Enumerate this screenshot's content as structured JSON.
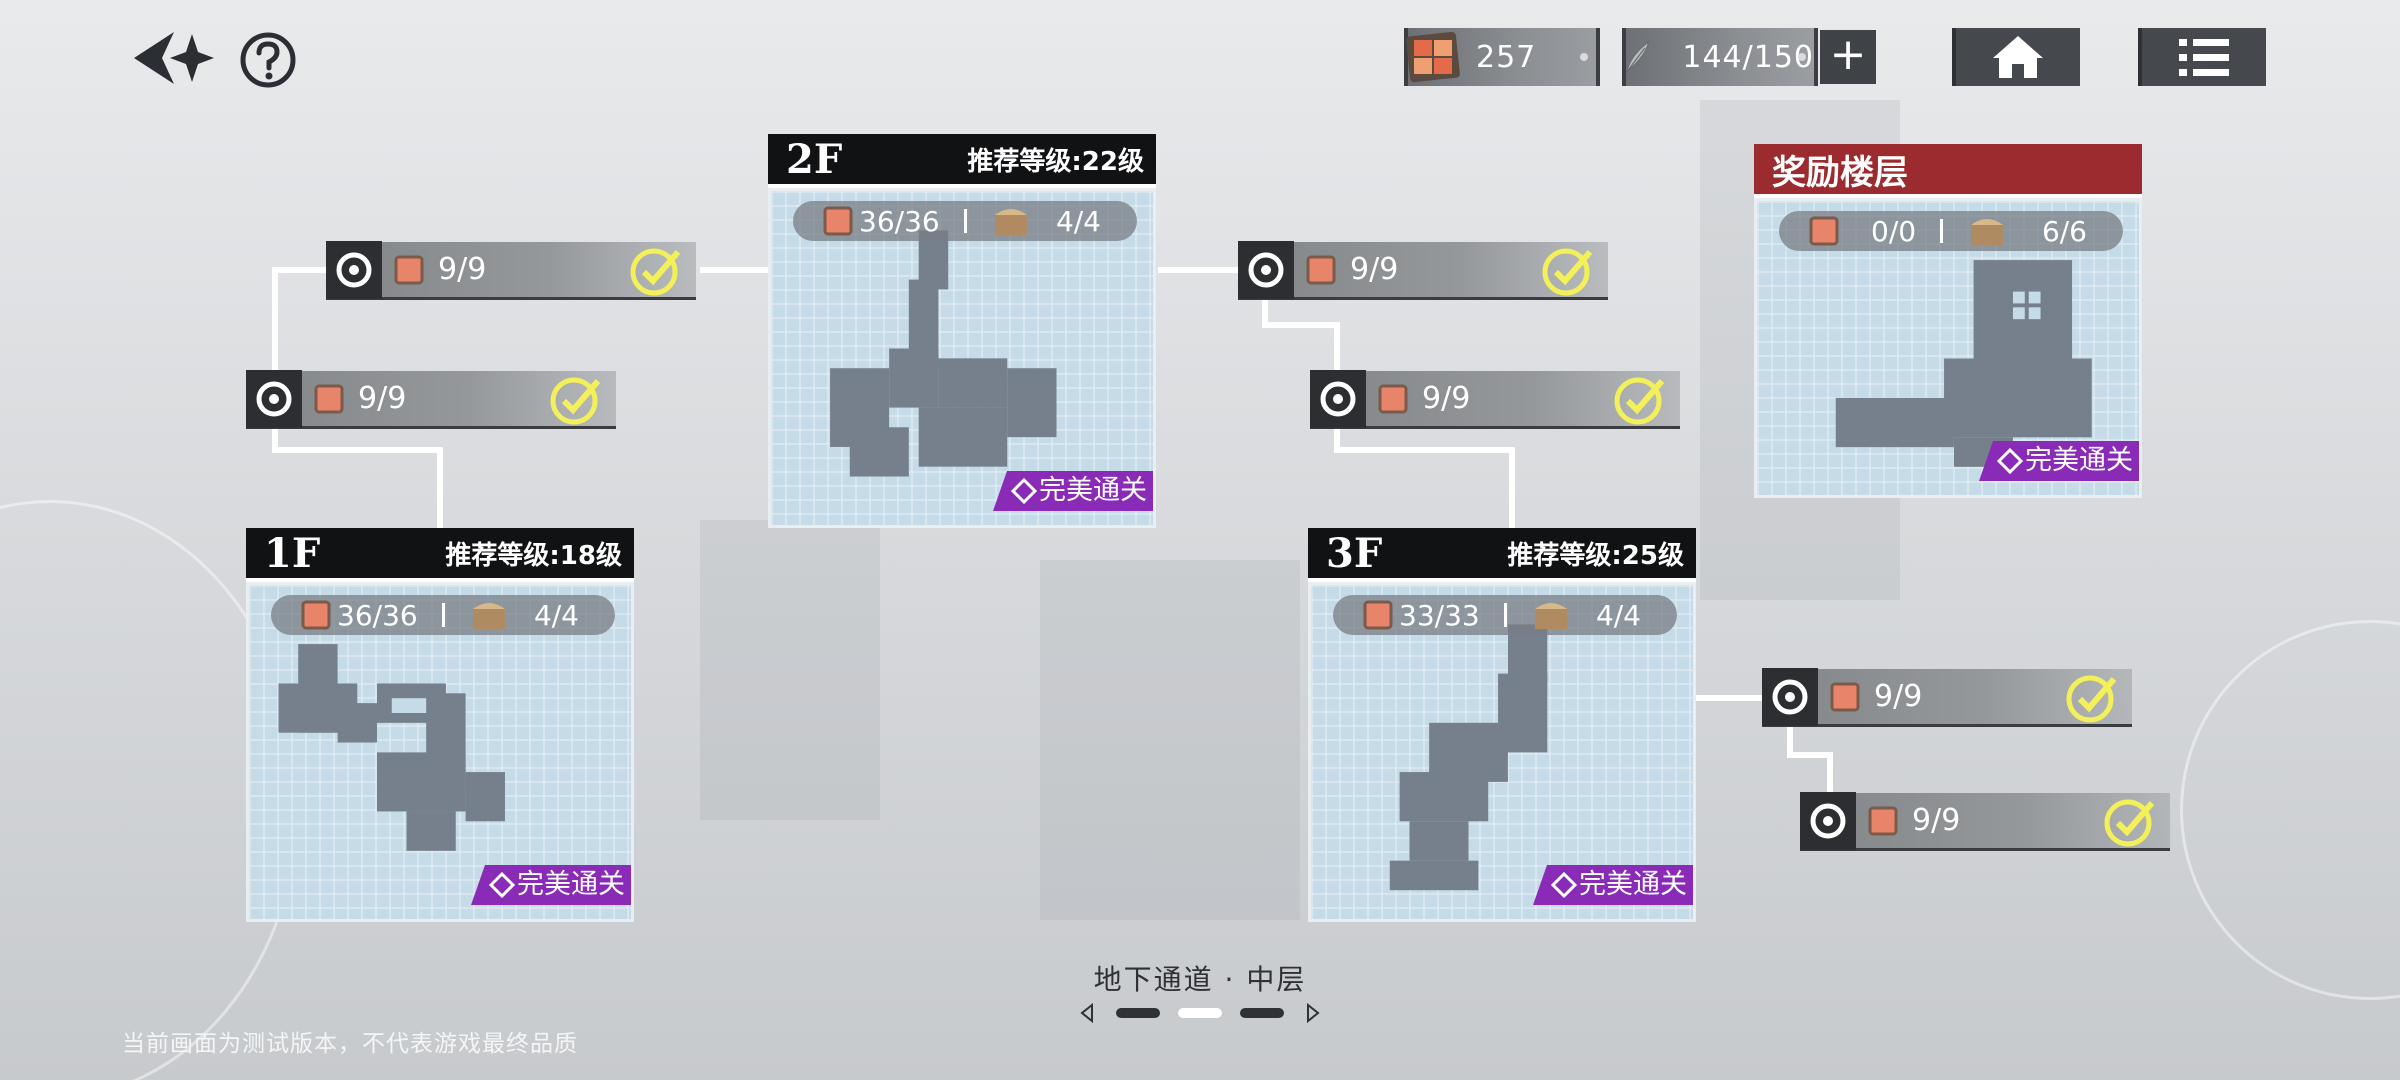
{
  "top_bar": {
    "back_icon": "sparkle-back-icon",
    "help_icon": "question-circle-icon",
    "resource_gems": "257",
    "resource_stamina": "144/150",
    "plus_label": "+",
    "home_icon": "home-icon",
    "menu_icon": "list-menu-icon"
  },
  "floors": [
    {
      "name": "1F",
      "level": "推荐等级:18级",
      "gems": "36/36",
      "chests": "4/4",
      "perfect": "完美通关"
    },
    {
      "name": "2F",
      "level": "推荐等级:22级",
      "gems": "36/36",
      "chests": "4/4",
      "perfect": "完美通关"
    },
    {
      "name": "3F",
      "level": "推荐等级:25级",
      "gems": "33/33",
      "chests": "4/4",
      "perfect": "完美通关"
    },
    {
      "name": "奖励楼层",
      "gems": "0/0",
      "chests": "6/6",
      "perfect": "完美通关"
    }
  ],
  "nodes": [
    {
      "value": "9/9",
      "completed": true
    },
    {
      "value": "9/9",
      "completed": true
    },
    {
      "value": "9/9",
      "completed": true
    },
    {
      "value": "9/9",
      "completed": true
    },
    {
      "value": "9/9",
      "completed": true
    },
    {
      "value": "9/9",
      "completed": true
    }
  ],
  "footer": {
    "area_title": "地下通道 · 中层",
    "page_index": 2,
    "page_count": 3,
    "disclaimer": "当前画面为测试版本，不代表游戏最终品质"
  },
  "colors": {
    "perfect_badge": "#8a2bb8",
    "reward_header": "#9b2b2e",
    "check": "#f3f05a",
    "map_fill": "#c6dbe8",
    "map_shape": "#75808c"
  }
}
